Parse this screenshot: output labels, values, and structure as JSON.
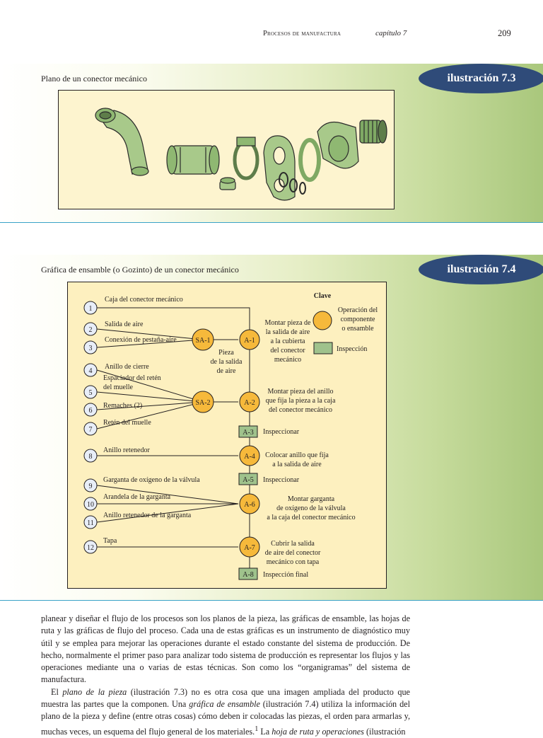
{
  "running_head": {
    "title": "Procesos de manufactura",
    "chapter": "capítulo 7",
    "page": "209"
  },
  "figure_73": {
    "label": "ilustración 7.3",
    "caption": "Plano de un conector mecánico"
  },
  "figure_74": {
    "label": "ilustración 7.4",
    "caption": "Gráfica de ensamble (o Gozinto) de un conector mecánico",
    "key": {
      "title": "Clave",
      "operation": "Operación del componente o ensamble",
      "operation_lines": [
        "Operación del",
        "componente",
        "o ensamble"
      ],
      "inspection": "Inspección"
    },
    "components": [
      {
        "num": "1",
        "label": "Caja del conector mecánico"
      },
      {
        "num": "2",
        "label": "Salida de aire"
      },
      {
        "num": "3",
        "label": "Conexión de pestaña-aire"
      },
      {
        "num": "4",
        "label": "Anillo de cierre"
      },
      {
        "num": "5",
        "label": "Espaciador del retén del muelle",
        "lines": [
          "Espaciador del retén",
          "del muelle"
        ]
      },
      {
        "num": "6",
        "label": "Remaches (2)"
      },
      {
        "num": "7",
        "label": "Retén del muelle"
      },
      {
        "num": "8",
        "label": "Anillo retenedor"
      },
      {
        "num": "9",
        "label": "Garganta de oxígeno de la válvula"
      },
      {
        "num": "10",
        "label": "Arandela de la garganta"
      },
      {
        "num": "11",
        "label": "Anillo retenedor de la garganta"
      },
      {
        "num": "12",
        "label": "Tapa"
      }
    ],
    "subassemblies": [
      {
        "code": "SA-1",
        "note": "Pieza de la salida de aire",
        "note_lines": [
          "Pieza",
          "de la salida",
          "de aire"
        ]
      },
      {
        "code": "SA-2"
      }
    ],
    "operations": [
      {
        "code": "A-1",
        "desc": "Montar pieza de la salida de aire a la cubierta del conector mecánico",
        "lines": [
          "Montar pieza de",
          "la salida de aire",
          "a la cubierta",
          "del conector",
          "mecánico"
        ]
      },
      {
        "code": "A-2",
        "desc": "Montar pieza del anillo que fija la pieza a la caja del conector mecánico",
        "lines": [
          "Montar pieza del anillo",
          "que fija la pieza a la caja",
          "del conector mecánico"
        ]
      },
      {
        "code": "A-3",
        "desc": "Inspeccionar",
        "lines": [
          "Inspeccionar"
        ]
      },
      {
        "code": "A-4",
        "desc": "Colocar anillo que fija a la salida de aire",
        "lines": [
          "Colocar anillo que fija",
          "a la salida de aire"
        ]
      },
      {
        "code": "A-5",
        "desc": "Inspeccionar",
        "lines": [
          "Inspeccionar"
        ]
      },
      {
        "code": "A-6",
        "desc": "Montar garganta de oxígeno de la válvula a la caja del conector mecánico",
        "lines": [
          "Montar garganta",
          "de oxígeno de la válvula",
          "a la caja del conector mecánico"
        ]
      },
      {
        "code": "A-7",
        "desc": "Cubrir la salida de aire del conector mecánico con tapa",
        "lines": [
          "Cubrir la salida",
          "de aire del conector",
          "mecánico con tapa"
        ]
      },
      {
        "code": "A-8",
        "desc": "Inspección final",
        "lines": [
          "Inspección final"
        ]
      }
    ]
  },
  "colors": {
    "operation_fill": "#f6b93b",
    "inspection_fill": "#9fc28c",
    "label_pill": "#2f4b79",
    "figure_bg": "#fdf0bf",
    "rule": "#3aa3c8"
  },
  "body": {
    "p1": "planear y diseñar el flujo de los procesos son los planos de la pieza, las gráficas de ensamble, las hojas de ruta y las gráficas de flujo del proceso. Cada una de estas gráficas es un instrumento de diagnóstico muy útil y se emplea para mejorar las operaciones durante el estado constante del sistema de producción. De hecho, normalmente el primer paso para analizar todo sistema de producción es representar los flujos y las operaciones mediante una o varias de estas técnicas. Son como los “organigramas” del sistema de manufactura.",
    "p2_a": "El ",
    "p2_b": "plano de la pieza",
    "p2_c": " (ilustración 7.3) no es otra cosa que una imagen ampliada del producto que muestra las partes que la componen. Una ",
    "p2_d": "gráfica de ensamble",
    "p2_e": " (ilustración 7.4) utiliza la información del plano de la pieza y define (entre otras cosas) cómo deben ir colocadas las piezas, el orden para armarlas y, muchas veces, un esquema del flujo general de los materiales.",
    "p2_sup": "1",
    "p2_f": " La ",
    "p2_g": "hoja de ruta y operaciones",
    "p2_h": " (ilustración"
  }
}
